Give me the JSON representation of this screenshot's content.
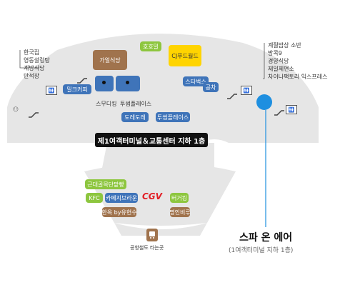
{
  "map": {
    "banner": "제1여객터미널＆교통센터 지하 1층",
    "left_list": [
      "한국집",
      "영동설렁탕",
      "계방식당",
      "만석장"
    ],
    "right_list": [
      "계절밥상 소반",
      "방콕9",
      "경양식당",
      "제일제면소",
      "차이나팩토리 익스프레스"
    ],
    "shops": {
      "hohoil": "호호밀",
      "gayeon": "가얼식당",
      "cj": "CJ푸드월드",
      "starbucks": "스타벅스",
      "gongcha": "공차",
      "milkcoffee": "밀크커피",
      "smoothieking": "스무디킹",
      "twosome1": "투썸플레이스",
      "dodo": "도레도레",
      "twosome2": "투썸플레이스",
      "bakery": "근대골목단팥빵",
      "kfc": "KFC",
      "cafe": "카페지브라운",
      "cgv": "CGV",
      "burgerking": "버거킹",
      "hanshik": "한옥 by유현수",
      "bibimbap": "명인비루",
      "train": "공항철도 타는곳"
    },
    "highlight": {
      "title": "스파 온 에어",
      "subtitle": "(1여객터미널 지하 1층)",
      "color": "#1e8fe0"
    },
    "colors": {
      "floor": "#e6e6e6",
      "shop_blue": "#3f74b9",
      "shop_green": "#8dc63f",
      "shop_brown": "#a0734d",
      "shop_yellow": "#ffd400",
      "cgv_red": "#e21f26"
    }
  }
}
